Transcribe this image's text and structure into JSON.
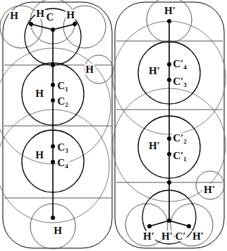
{
  "diagram": {
    "labels": [
      "H",
      "H",
      "C",
      "H",
      "H",
      "H",
      "C₁",
      "C₂",
      "H",
      "C₃",
      "C₄",
      "H",
      "H′",
      "H′",
      "C′₄",
      "C′₃",
      "H′",
      "C′₂",
      "C′₁",
      "H′",
      "H′",
      "H′",
      "C′",
      "H′"
    ]
  }
}
